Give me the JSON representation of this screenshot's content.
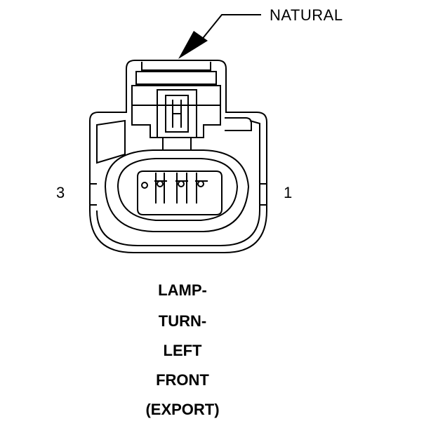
{
  "callout": {
    "text": "NATURAL"
  },
  "pins": {
    "left": "3",
    "right": "1"
  },
  "caption": [
    "LAMP-",
    "TURN-",
    "LEFT",
    "FRONT",
    "(EXPORT)"
  ]
}
